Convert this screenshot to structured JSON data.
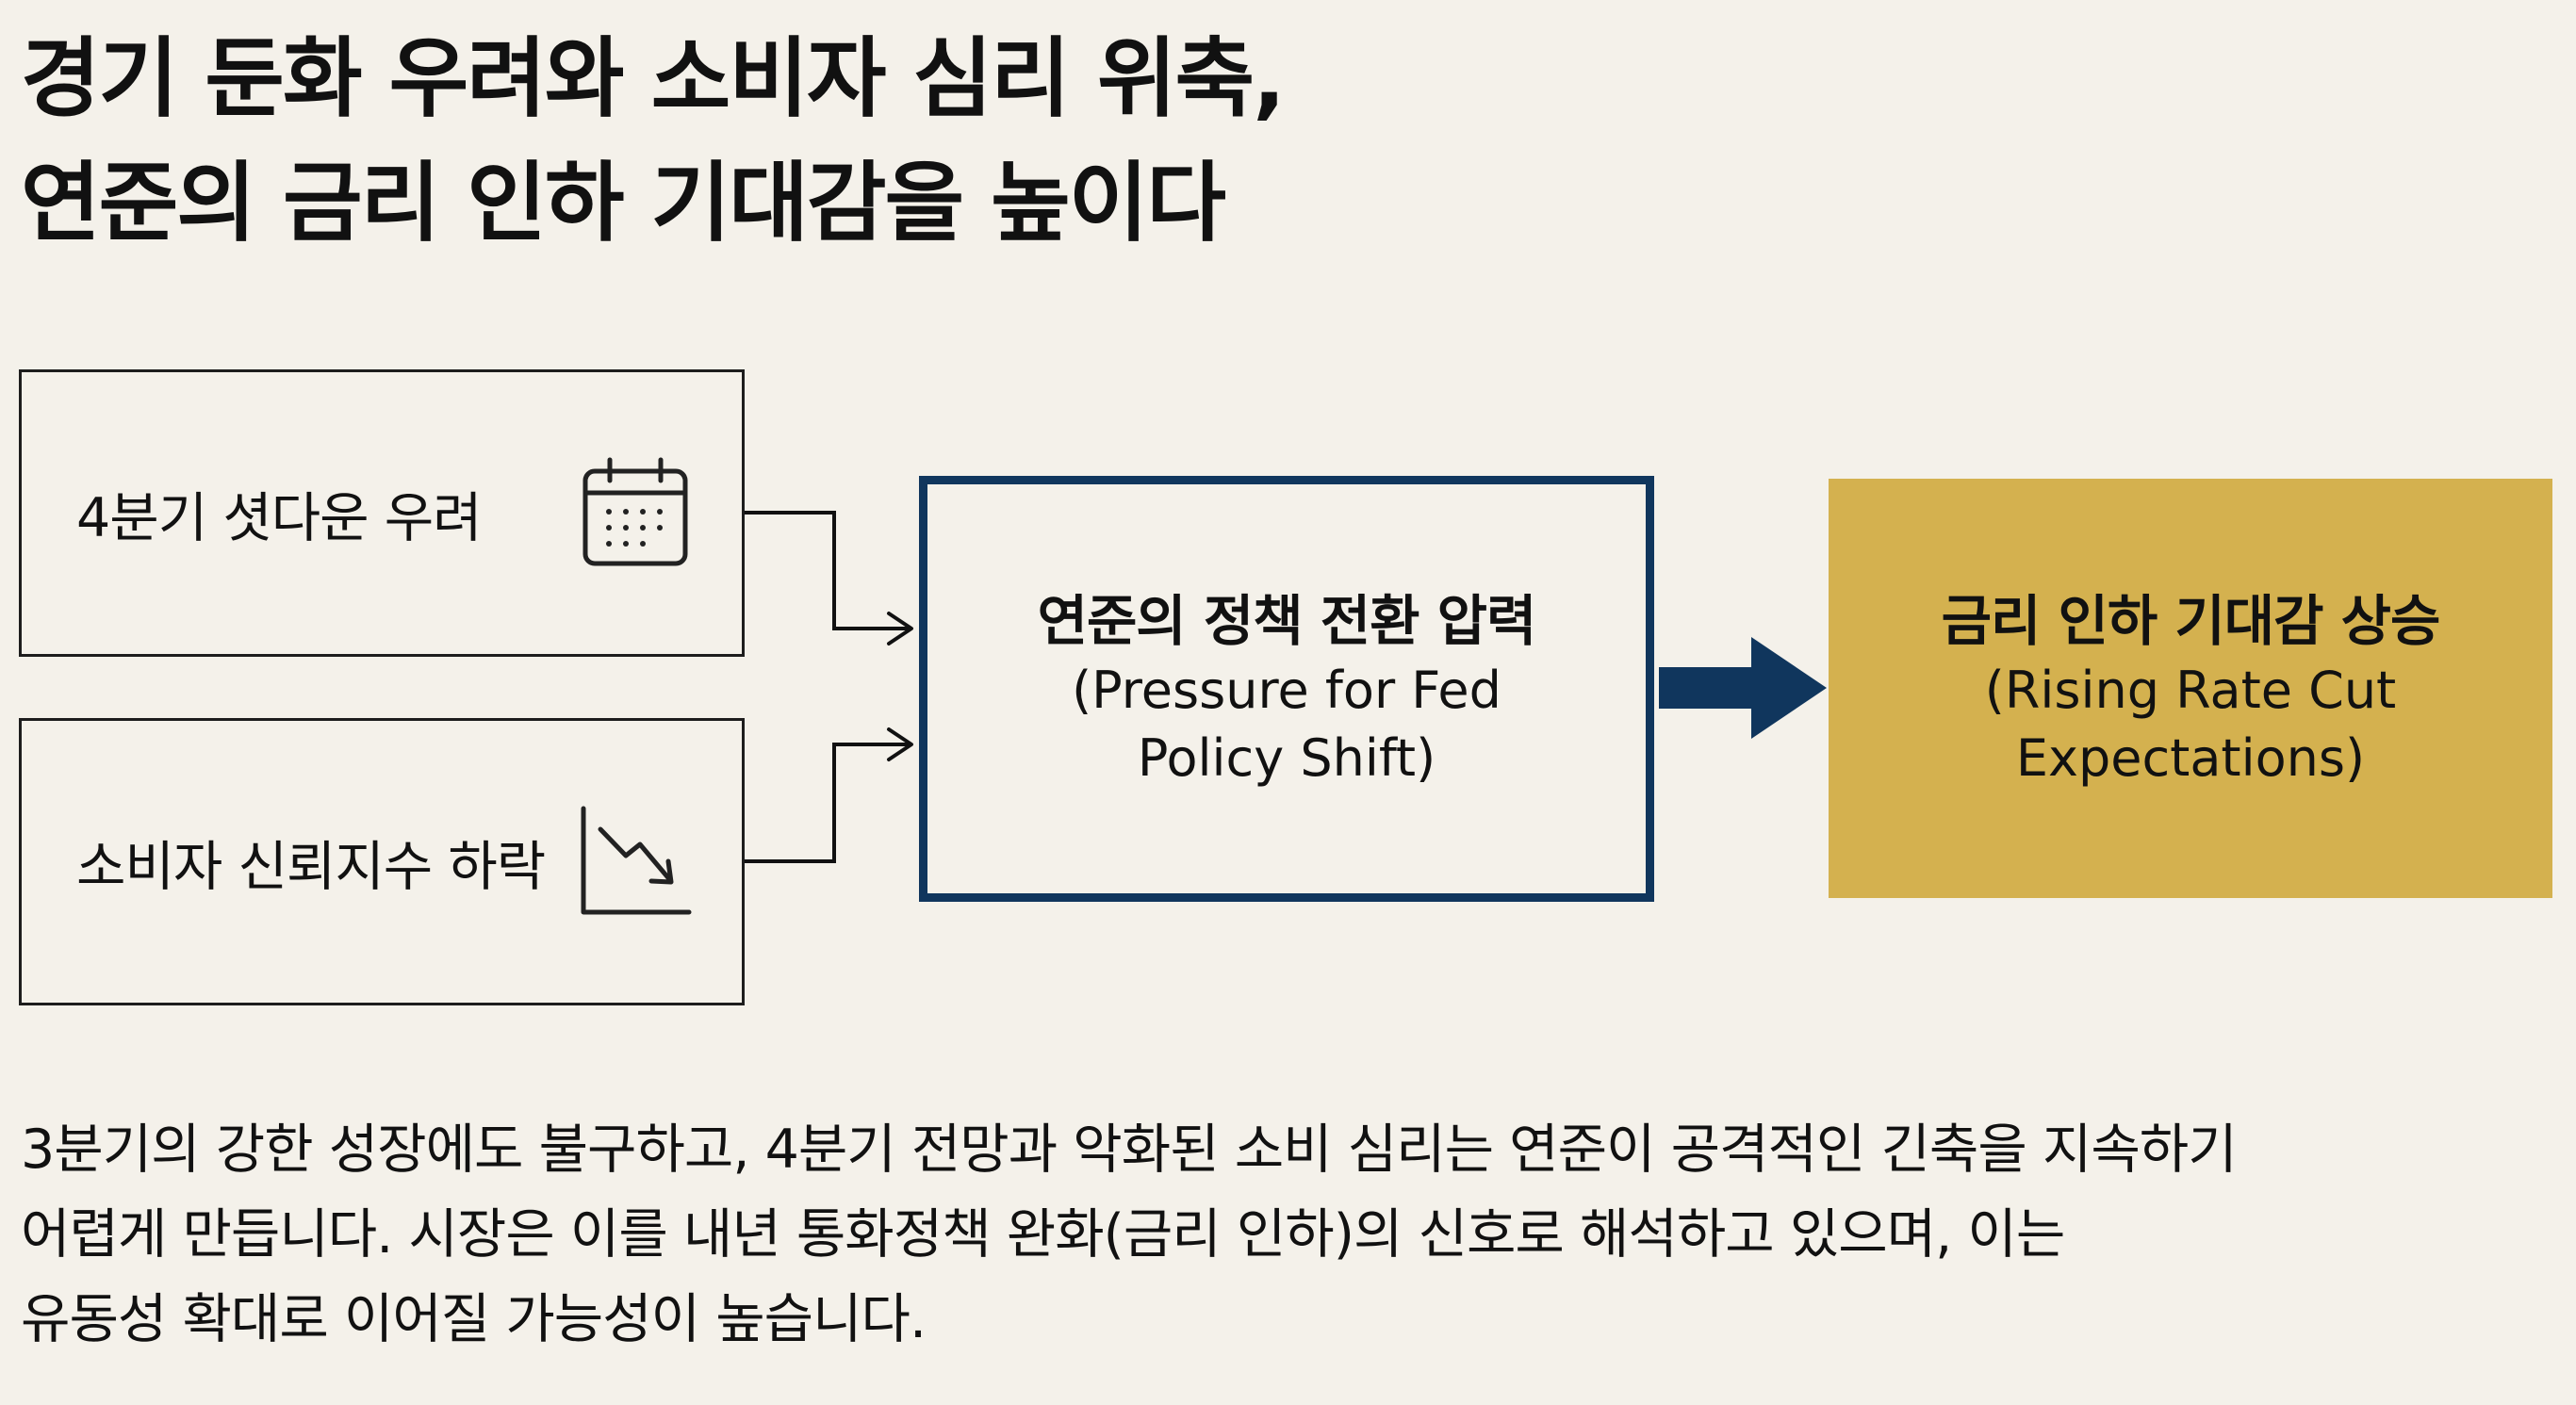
{
  "title": {
    "line1": "경기 둔화 우려와 소비자 심리 위축,",
    "line2": "연준의 금리 인하 기대감을 높이다"
  },
  "diagram": {
    "inputs": [
      {
        "label": "4분기 셧다운 우려",
        "icon": "calendar-icon"
      },
      {
        "label": "소비자 신뢰지수 하락",
        "icon": "trend-down-icon"
      }
    ],
    "center": {
      "title": "연준의 정책 전환 압력",
      "subtitle": "(Pressure for Fed\nPolicy Shift)"
    },
    "outcome": {
      "title": "금리 인하 기대감 상승",
      "subtitle": "(Rising Rate Cut\nExpectations)"
    },
    "colors": {
      "background": "#f4f1ea",
      "center_border": "#10365d",
      "arrow": "#10365d",
      "outcome_fill": "#d4b14f",
      "text": "#111111"
    }
  },
  "summary": {
    "line1": "3분기의 강한 성장에도 불구하고, 4분기 전망과 악화된 소비 심리는 연준이 공격적인 긴축을 지속하기",
    "line2": "어렵게 만듭니다. 시장은 이를 내년 통화정책 완화(금리 인하)의 신호로 해석하고 있으며, 이는",
    "line3": "유동성 확대로 이어질 가능성이 높습니다."
  }
}
